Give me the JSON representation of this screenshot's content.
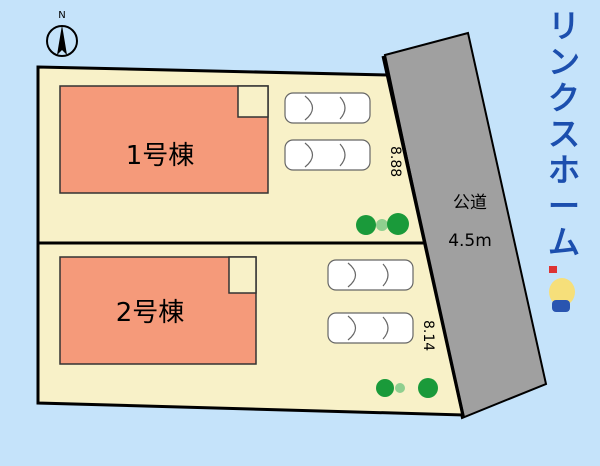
{
  "compass": {
    "label": "N"
  },
  "buildings": [
    {
      "label": "1号棟"
    },
    {
      "label": "2号棟"
    }
  ],
  "road": {
    "name": "公道",
    "width": "4.5m"
  },
  "frontage": [
    "8.88",
    "8.14"
  ],
  "brand": {
    "chars": [
      "リ",
      "ン",
      "ク",
      "ス",
      "ホ",
      "ー",
      "ム"
    ]
  },
  "colors": {
    "background": "#c5e3fa",
    "lot": "#f8f1c8",
    "building": "#f59a7a",
    "road": "#a0a0a0",
    "brand": "#1c4fae"
  }
}
